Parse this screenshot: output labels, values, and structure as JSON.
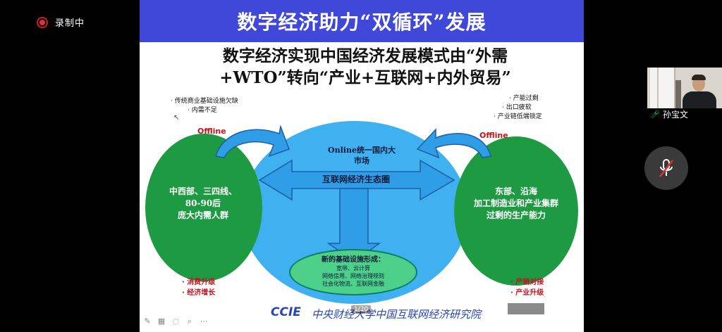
{
  "recording": {
    "label": "录制中"
  },
  "slide": {
    "banner_title": "数字经济助力“双循环”发展",
    "subtitle_line1": "数字经济实现中国经济发展模式由“外需",
    "subtitle_line2": "+WTO”转向“产业+互联网+内外贸易”",
    "top_left_notes": [
      "· 传统商业基础设施欠缺",
      "· 内需不足"
    ],
    "top_right_notes": [
      "· 产能过剩",
      "· 出口疲软",
      "· 产业链低端锁定"
    ],
    "offline_left": "Offline",
    "offline_right": "Offline",
    "left_circle": {
      "line1": "中西部、三四线、",
      "line2": "80-90后",
      "line3": "庞大内需人群"
    },
    "center": {
      "online_line1": "Online统一国内大",
      "online_line2": "市场",
      "ecosystem": "互联网经济生态圈"
    },
    "right_circle": {
      "line1": "东部、沿海",
      "line2": "加工制造业和产业集群",
      "line3": "过剩的生产能力"
    },
    "infrastructure": {
      "title": "新的基础设施形成：",
      "line1": "宽带、云计算",
      "line2": "网络信用、网络治理规则",
      "line3": "社会化物流、互联网金融"
    },
    "bottom_left_notes": [
      "· 消费升级",
      "· 经济增长"
    ],
    "bottom_right_notes": [
      "· 产销对接",
      "· 产业升级"
    ],
    "footer_logo": "CCIE",
    "footer_text": "中央财经大学中国互联网经济研究院",
    "page_number": "1/20"
  },
  "participant": {
    "name": "孙宝文"
  },
  "colors": {
    "banner": "#3f48d8",
    "blue_ellipse": "#3fb0f0",
    "green": "#1e9a42",
    "red_text": "#c0141e"
  }
}
